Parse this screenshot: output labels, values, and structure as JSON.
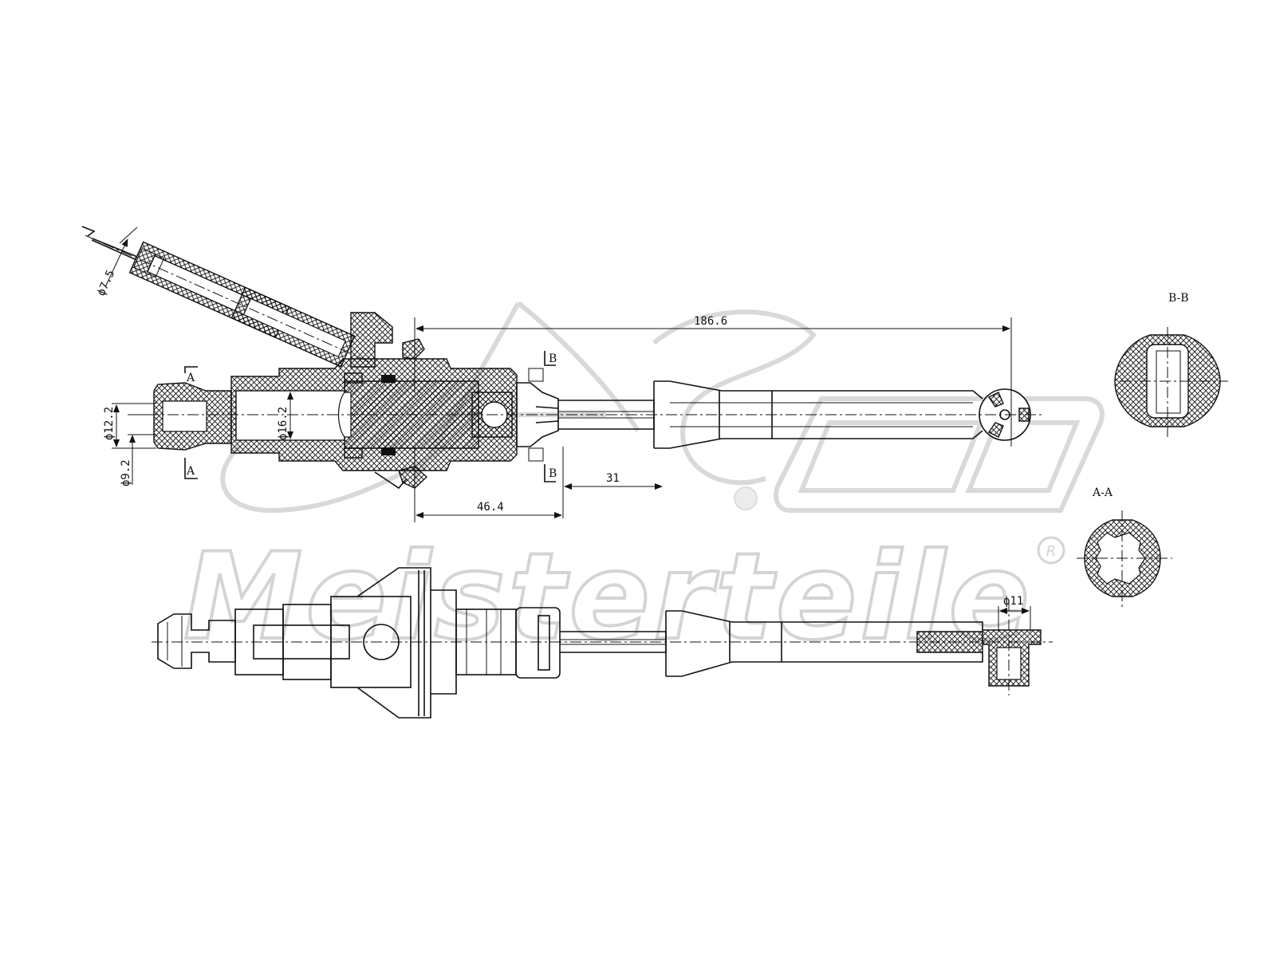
{
  "watermark": {
    "monogram": "A.Z.",
    "brand": "Meisterteile",
    "registered": "R"
  },
  "dimensions": {
    "overall_length": "186.6",
    "rod_to_section": "31",
    "body_offset": "46.4",
    "hose_diameter": "ϕ7.5",
    "outer_diameter": "ϕ12.2",
    "inner_diameter": "ϕ9.2",
    "bore_diameter": "ϕ16.2",
    "eye_diameter": "ϕ11"
  },
  "sections": {
    "a_label": "A",
    "b_label": "B",
    "aa_title": "A-A",
    "bb_title": "B-B"
  }
}
